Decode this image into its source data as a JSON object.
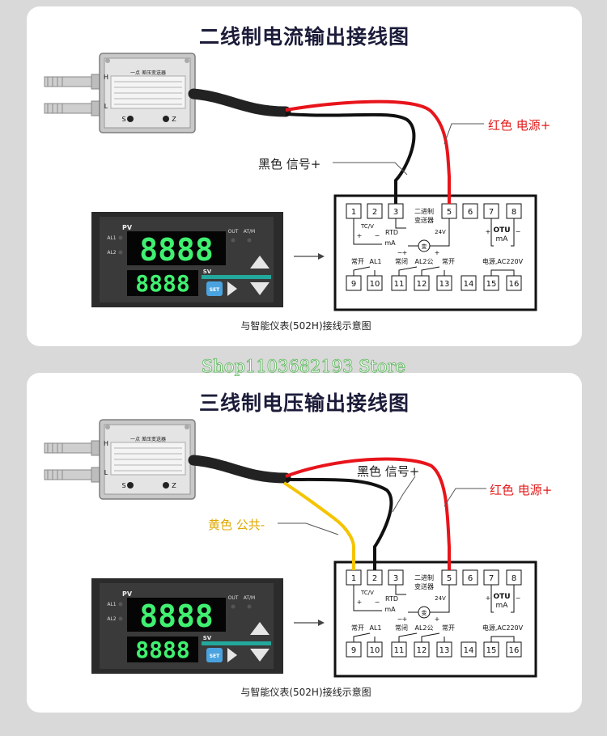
{
  "watermark": "Shop1103682193 Store",
  "colors": {
    "red_wire": "#e8141b",
    "black_wire": "#111111",
    "yellow_wire": "#f5c400",
    "display_green": "#40f070"
  },
  "panels": [
    {
      "title": "二线制电流输出接线图",
      "caption": "与智能仪表(502H)接线示意图",
      "labels": {
        "red": "红色 电源+",
        "black": "黑色 信号+"
      }
    },
    {
      "title": "三线制电压输出接线图",
      "caption": "与智能仪表(502H)接线示意图",
      "labels": {
        "red": "红色 电源+",
        "black": "黑色 信号+",
        "yellow": "黄色 公共-"
      }
    }
  ],
  "sensor": {
    "port_high": "H",
    "port_low": "L",
    "button_s": "S",
    "button_z": "Z",
    "plate_title": "一点   差压变送器"
  },
  "meter": {
    "pv": "PV",
    "sv": "SV",
    "al1": "AL1",
    "al2": "AL2",
    "out": "OUT",
    "atm": "AT/M",
    "pv_digits": "8888",
    "sv_digits": "8888",
    "set_button": "SET"
  },
  "terminal": {
    "top_numbers": [
      "1",
      "2",
      "3",
      "5",
      "6",
      "7",
      "8"
    ],
    "bottom_numbers": [
      "9",
      "10",
      "11",
      "12",
      "13",
      "14",
      "15",
      "16"
    ],
    "two_wire_label_1": "二进制",
    "two_wire_label_2": "变送器",
    "v24": "24V",
    "rtd": "RTD",
    "ma": "mA",
    "otu": "OTU",
    "otu_ma": "mA",
    "tc_v": "TC/V",
    "xfmr": "变",
    "plus": "+",
    "minus": "−",
    "no_al1": "常开",
    "al1": "AL1",
    "nc": "常闭",
    "al2_common": "AL2公",
    "no": "常开",
    "power": "电源,AC220V"
  }
}
